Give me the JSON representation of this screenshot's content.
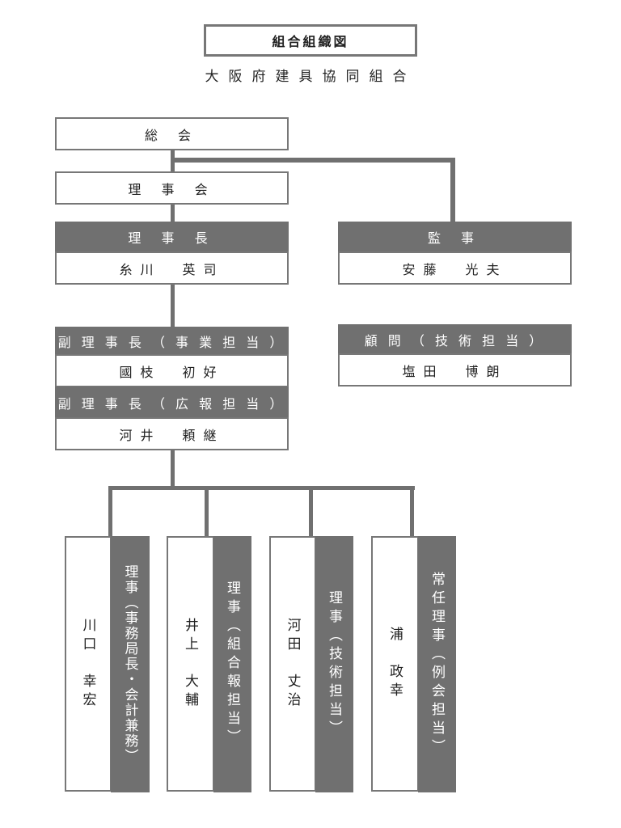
{
  "title": "組合組織図",
  "subtitle": "大阪府建具協同組合",
  "general_meeting": "総 会",
  "board": "理 事 会",
  "chairman": {
    "role": "理 事 長",
    "name": "糸川　英司"
  },
  "auditor": {
    "role": "監 事",
    "name": "安藤　光夫"
  },
  "advisor": {
    "role": "顧 問 （ 技 術 担 当 ）",
    "name": "塩田　博朗"
  },
  "vice_chairs": [
    {
      "role": "副 理 事 長 （ 事 業 担 当 ）",
      "name": "國枝　初好"
    },
    {
      "role": "副 理 事 長 （ 広 報 担 当 ）",
      "name": "河井　頼継"
    }
  ],
  "directors": [
    {
      "name": "川口　幸宏",
      "role": "理事（事務局長・会計兼務）"
    },
    {
      "name": "井上　大輔",
      "role": "理事（組合報担当）"
    },
    {
      "name": "河田　丈治",
      "role": "理事（技術担当）"
    },
    {
      "name": "浦　政幸",
      "role": "常任理事（例会担当）"
    }
  ],
  "colors": {
    "accent": "#707070"
  }
}
